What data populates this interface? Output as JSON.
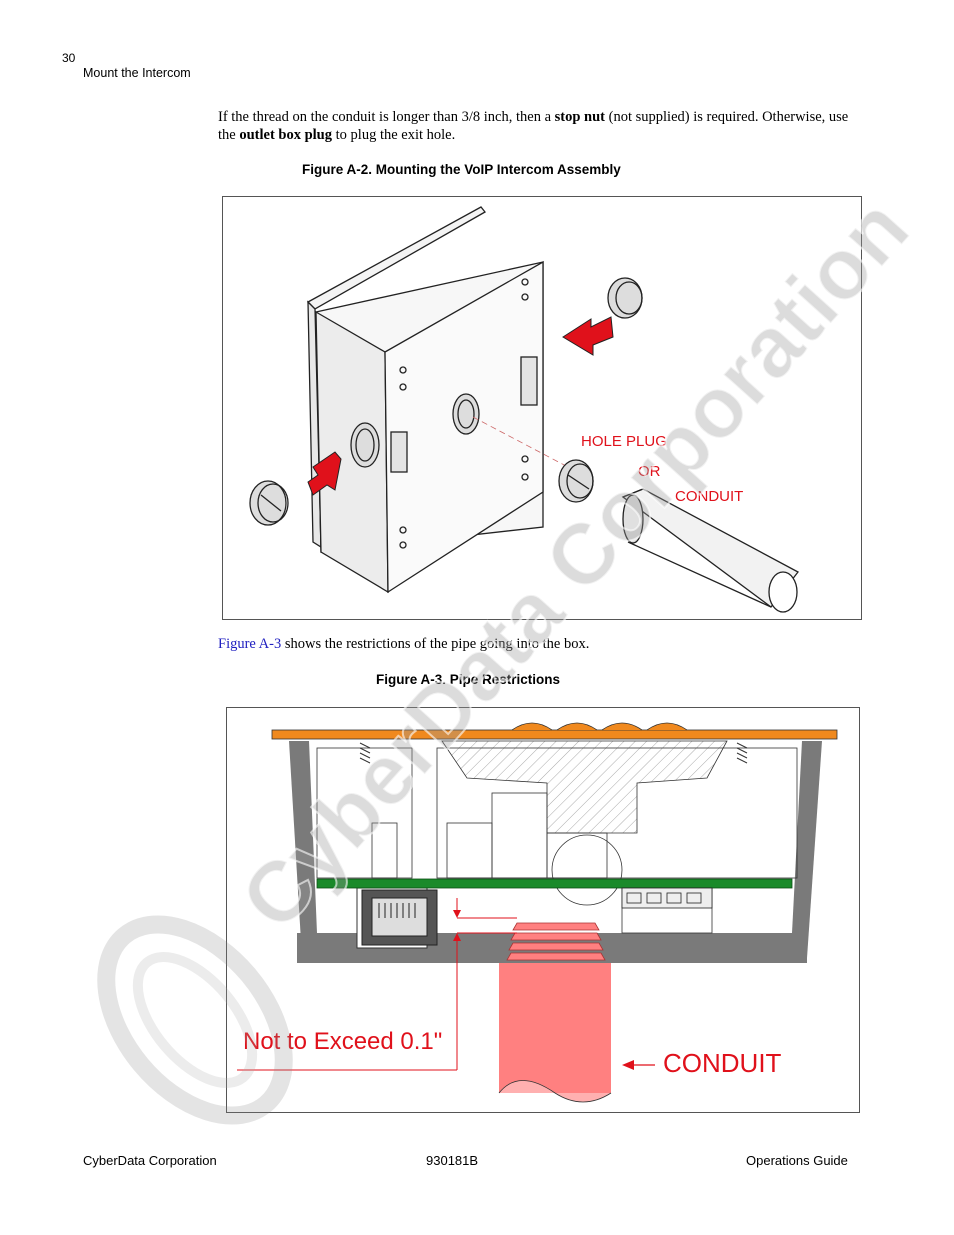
{
  "header": {
    "page_number": "30",
    "section": "Mount the Intercom"
  },
  "paragraph1": {
    "part1": "If the thread on the conduit is longer than 3/8 inch, then a ",
    "bold1": "stop nut",
    "part2": " (not supplied) is required. Otherwise, use the ",
    "bold2": "outlet box plug",
    "part3": " to plug the exit hole."
  },
  "figure1": {
    "caption": "Figure A-2. Mounting the VoIP Intercom Assembly",
    "label_hole_plug": "HOLE PLUG",
    "label_or": "OR",
    "label_conduit": "CONDUIT"
  },
  "paragraph2": {
    "link": "Figure A-3",
    "text": " shows the restrictions of the pipe going into the box."
  },
  "figure2": {
    "caption": "Figure A-3. Pipe Restrictions",
    "label_not_exceed": "Not to Exceed 0.1\"",
    "label_conduit": "CONDUIT"
  },
  "watermark": {
    "text": "CyberData Corporation"
  },
  "footer": {
    "left": "CyberData Corporation",
    "center": "930181B",
    "right": "Operations Guide"
  },
  "colors": {
    "accent_red": "#e0111b",
    "link_blue": "#2020c0",
    "pcb_green": "#1a8a2a",
    "faceplate_orange": "#f0891e",
    "conduit_pink": "#ff8080"
  }
}
